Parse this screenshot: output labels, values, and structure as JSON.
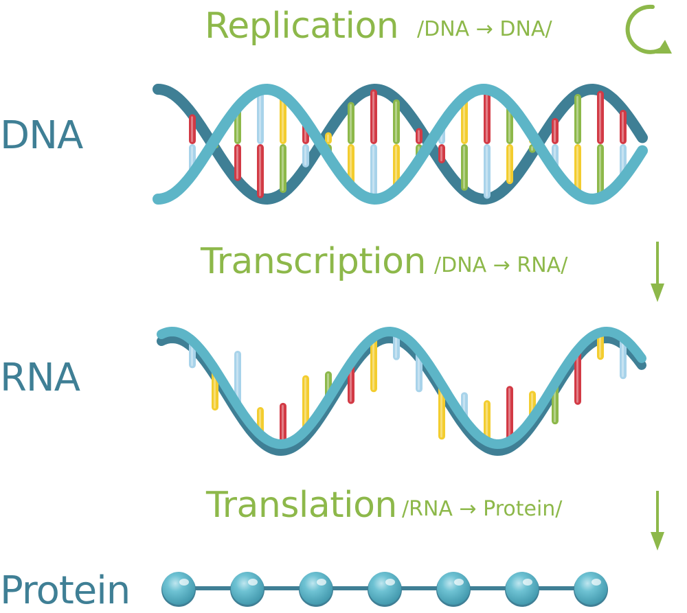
{
  "labels": {
    "dna": "DNA",
    "rna": "RNA",
    "protein": "Protein"
  },
  "processes": {
    "replication": {
      "title": "Replication",
      "formula": "/DNA → DNA/"
    },
    "transcription": {
      "title": "Transcription",
      "formula": "/DNA → RNA/"
    },
    "translation": {
      "title": "Translation",
      "formula": "/RNA → Protein/"
    }
  },
  "colors": {
    "strand_light": "#5db5c7",
    "strand_dark": "#3f7f95",
    "accent_green": "#8db84a",
    "base_red": "#d23a45",
    "base_yellow": "#f3cd2f",
    "base_green": "#8db84a",
    "base_blue": "#a8d3ea",
    "bead": "#5db5c7"
  },
  "icons": {
    "replication": "circular-arrow-icon",
    "transcription": "down-arrow-icon",
    "translation": "down-arrow-icon"
  }
}
